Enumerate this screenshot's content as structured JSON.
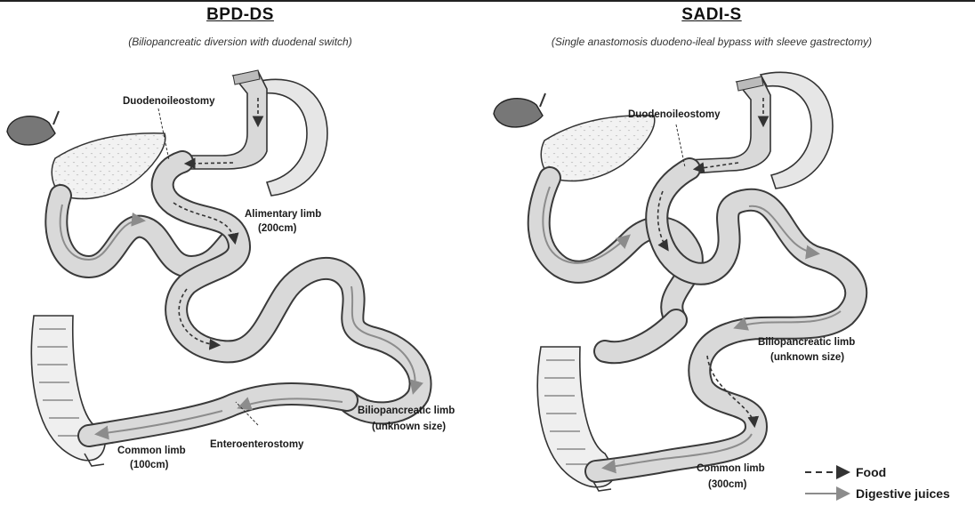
{
  "panels": [
    {
      "title": "BPD-DS",
      "subtitle": "(Biliopancreatic diversion with duodenal switch)",
      "labels": {
        "duodenoileostomy": "Duodenoileostomy",
        "alimentary_limb": "Alimentary limb",
        "alimentary_limb_size": "(200cm)",
        "biliopancreatic_limb": "Biliopancreatic limb",
        "biliopancreatic_limb_size": "(unknown size)",
        "enteroenterostomy": "Enteroenterostomy",
        "common_limb": "Common limb",
        "common_limb_size": "(100cm)"
      }
    },
    {
      "title": "SADI-S",
      "subtitle": "(Single anastomosis duodeno-ileal bypass with sleeve gastrectomy)",
      "labels": {
        "duodenoileostomy": "Duodenoileostomy",
        "biliopancreatic_limb": "Biliopancreatic limb",
        "biliopancreatic_limb_size": "(unknown size)",
        "common_limb": "Common limb",
        "common_limb_size": "(300cm)"
      }
    }
  ],
  "legend": {
    "food": "Food",
    "digestive_juices": "Digestive juices"
  },
  "colors": {
    "intestine_fill": "#d9d9d9",
    "intestine_stroke": "#3a3a3a",
    "juice_arrow": "#8c8c8c",
    "food_arrow": "#333333",
    "stomach_fill": "#e6e6e6"
  }
}
